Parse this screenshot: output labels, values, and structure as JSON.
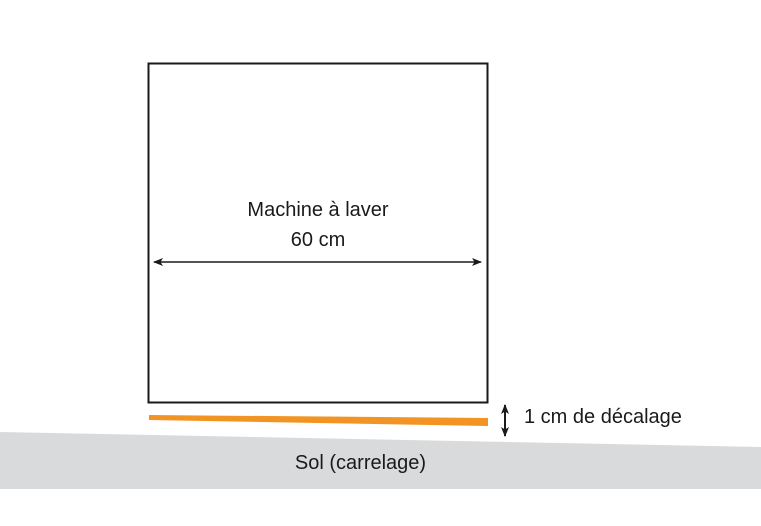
{
  "machine": {
    "title": "Machine à laver",
    "width_label": "60 cm"
  },
  "offset": {
    "label": "1 cm de décalage"
  },
  "floor": {
    "label": "Sol (carrelage)"
  },
  "colors": {
    "outline": "#1a1a1a",
    "shim": "#f29423",
    "floor": "#d9dadb",
    "background": "#ffffff"
  }
}
